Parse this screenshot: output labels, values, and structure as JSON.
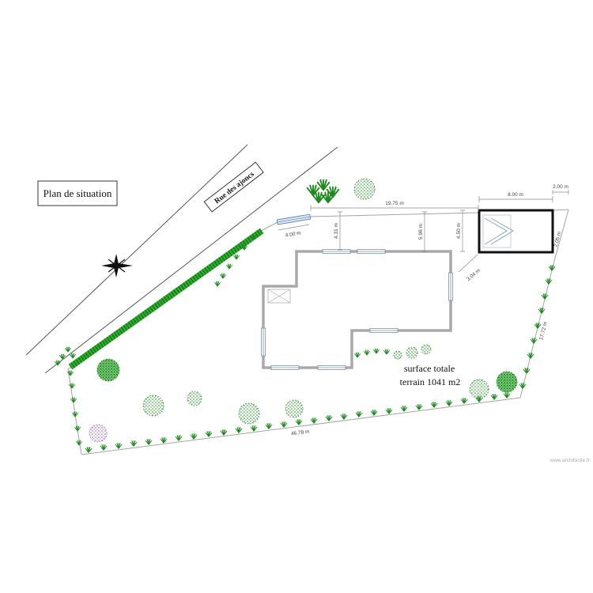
{
  "plan": {
    "title": "Plan de situation",
    "road_name": "Rue des ajoncs",
    "surface_line1": "surface totale",
    "surface_line2": "terrain 1041 m2",
    "watermark": "www.archifacile.fr",
    "dimensions": {
      "top_boundary": "19.75 m",
      "garage_width": "8.00 m",
      "garage_to_corner": "2.00 m",
      "gate_width": "4.00 m",
      "house_offset_left": "4.31 m",
      "house_offset_mid": "5.98 m",
      "house_offset_right": "4.50 m",
      "garage_to_house": "3.04 m",
      "right_boundary_top": "2.05 m",
      "right_boundary": "17.72 m",
      "bottom_boundary": "46.78 m"
    },
    "colors": {
      "hedge_green": "#2fae2f",
      "tree_green": "#1d8a1d",
      "tree_purple": "#9b59b6",
      "wall_gray": "#a9a9a9",
      "garage_black": "#111111",
      "gate_blue": "#5577aa"
    },
    "icons": {
      "compass": "compass-rose",
      "tree": "tree-icon",
      "plant": "plant-icon"
    }
  }
}
